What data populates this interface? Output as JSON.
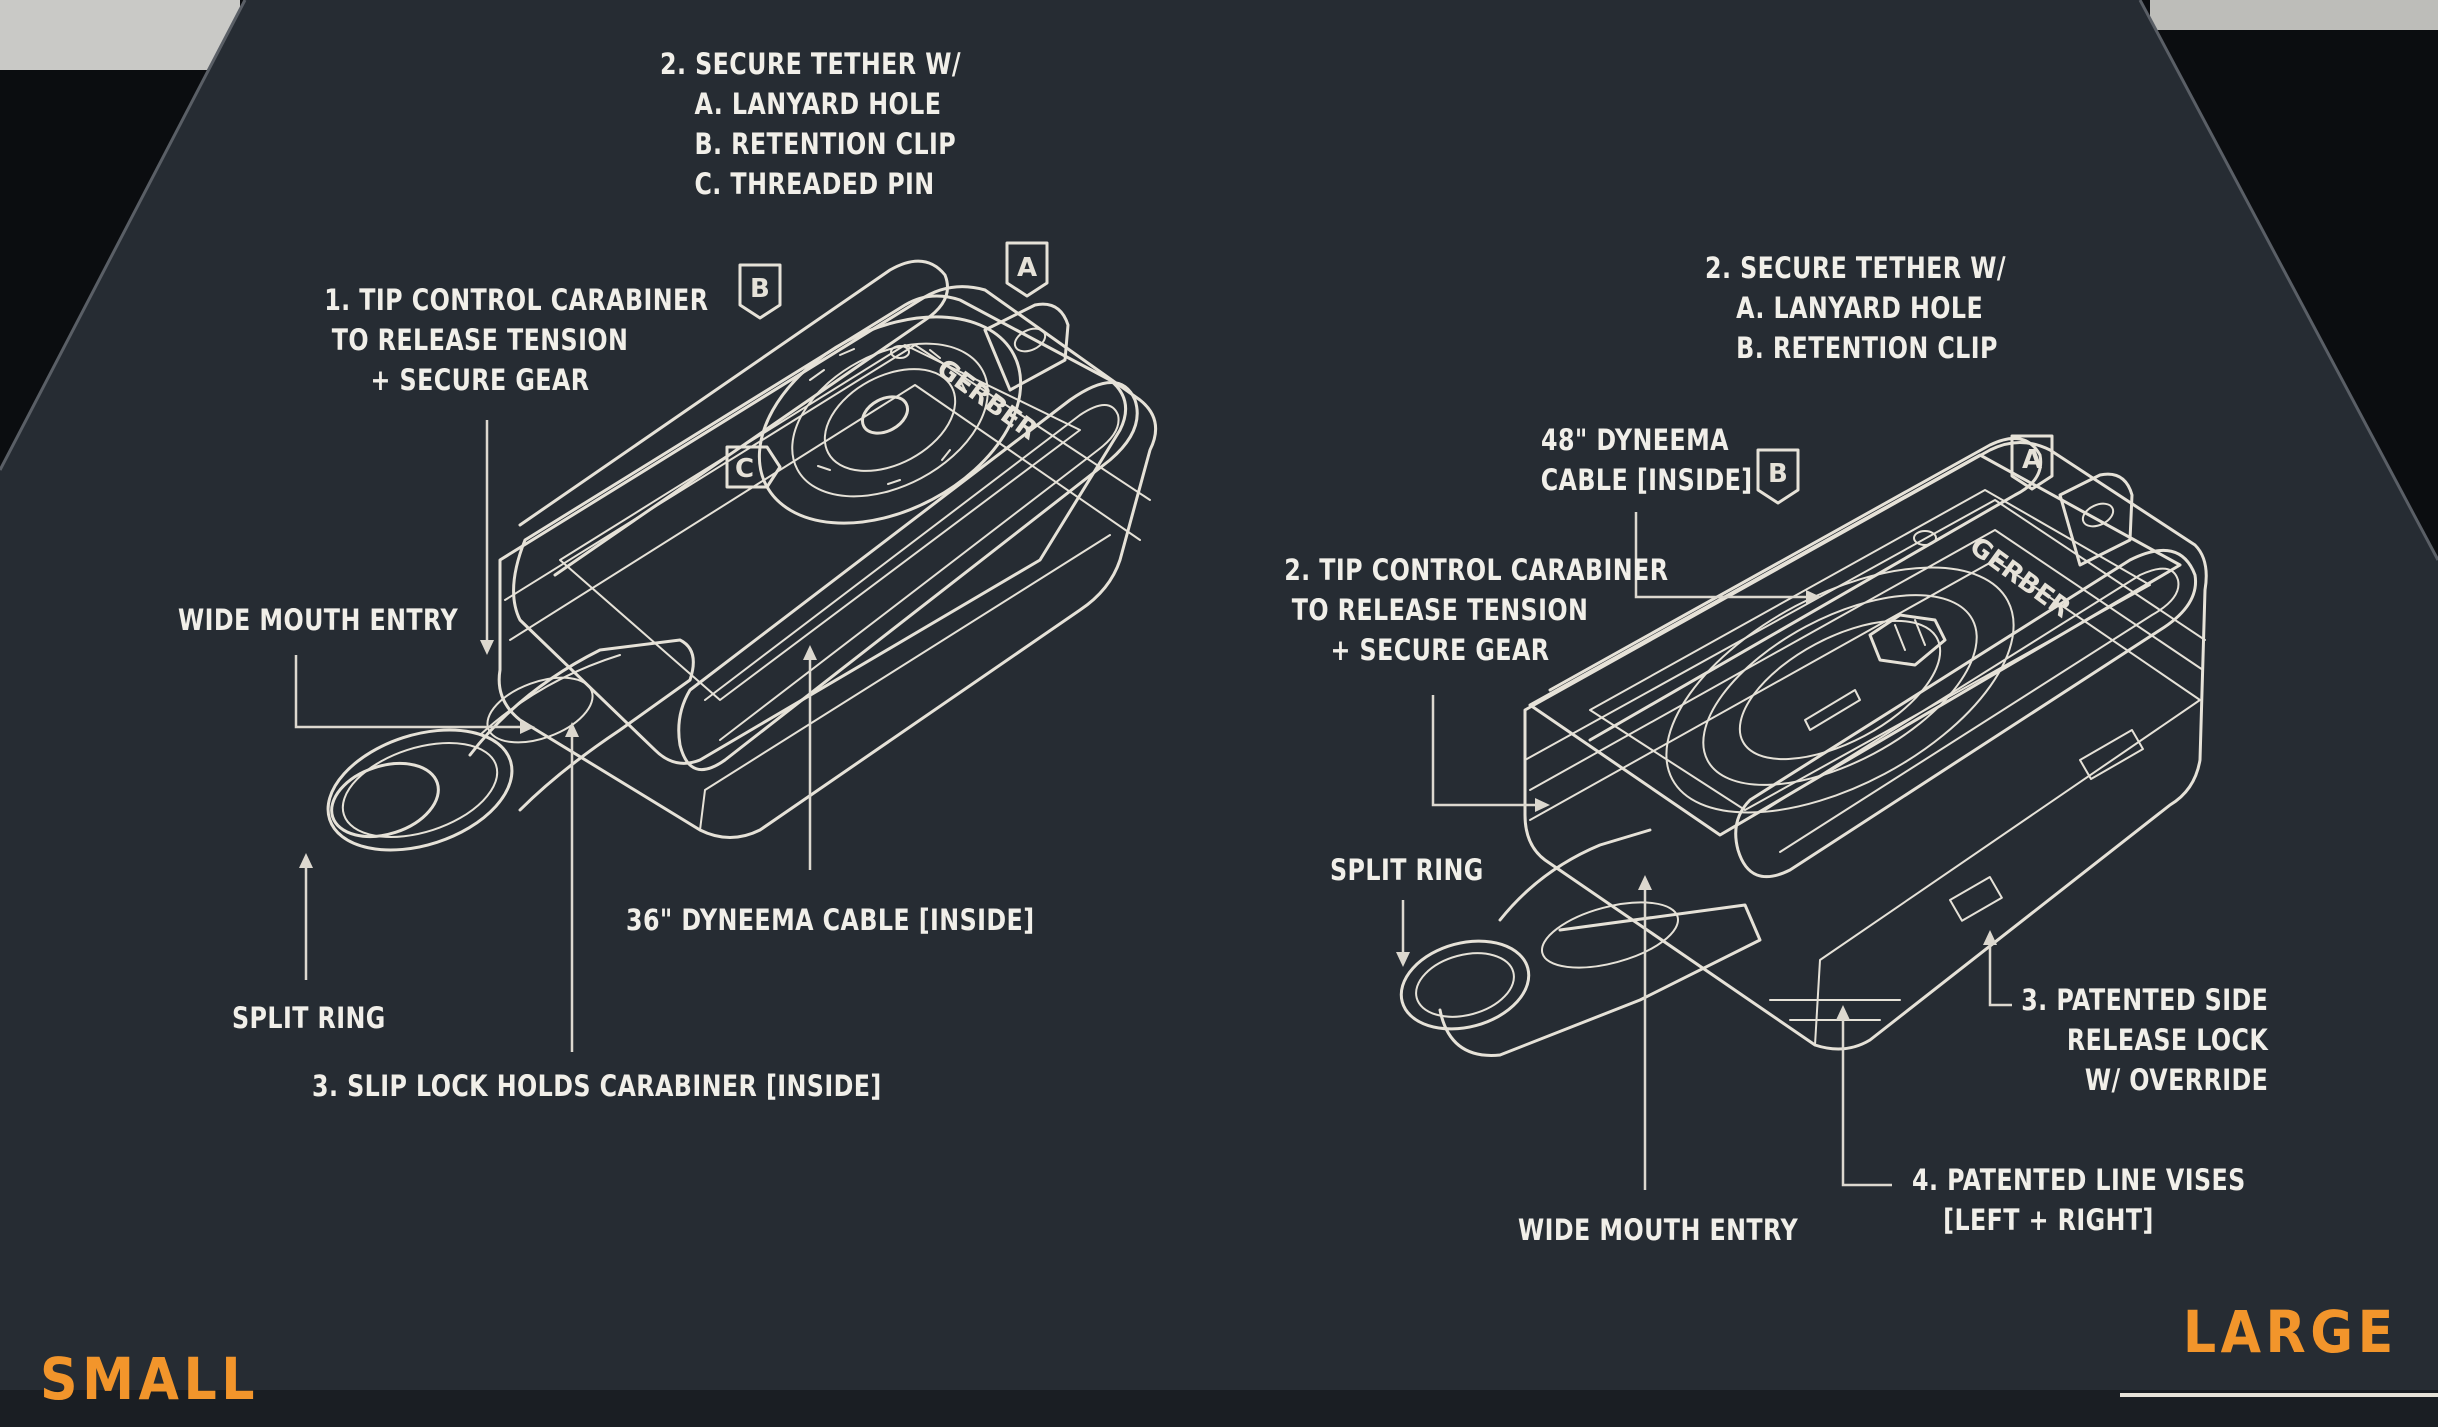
{
  "colors": {
    "panel": "#262c33",
    "background": "#0d0f12",
    "line_art": "#e6e2d8",
    "label_text": "#f1efe9",
    "size_accent": "#f2952b"
  },
  "small": {
    "size_label": "SMALL",
    "tether": {
      "line1": "2. SECURE TETHER W/",
      "line2": "A. LANYARD HOLE",
      "line3": "B. RETENTION CLIP",
      "line4": "C. THREADED PIN"
    },
    "tip_control": {
      "line1": "1. TIP CONTROL CARABINER",
      "line2": "TO RELEASE TENSION",
      "line3": "+ SECURE GEAR"
    },
    "wide_mouth": "WIDE MOUTH ENTRY",
    "split_ring": "SPLIT RING",
    "cable": "36\" DYNEEMA CABLE [INSIDE]",
    "slip_lock": "3. SLIP LOCK HOLDS CARABINER [INSIDE]",
    "badges": {
      "a": "A",
      "b": "B",
      "c": "C"
    },
    "brand_mark": "GERBER"
  },
  "large": {
    "size_label": "LARGE",
    "tether": {
      "line1": "2. SECURE TETHER W/",
      "line2": "A. LANYARD HOLE",
      "line3": "B. RETENTION CLIP"
    },
    "cable": {
      "line1": "48\" DYNEEMA",
      "line2": "CABLE [INSIDE]"
    },
    "tip_control": {
      "line1": "2. TIP CONTROL CARABINER",
      "line2": "TO RELEASE TENSION",
      "line3": "+ SECURE GEAR"
    },
    "split_ring": "SPLIT RING",
    "side_release": {
      "line1": "3. PATENTED SIDE",
      "line2": "RELEASE LOCK",
      "line3": "W/ OVERRIDE"
    },
    "line_vises": {
      "line1": "4. PATENTED LINE VISES",
      "line2": "[LEFT + RIGHT]"
    },
    "wide_mouth": "WIDE MOUTH ENTRY",
    "badges": {
      "a": "A",
      "b": "B"
    },
    "brand_mark": "GERBER"
  }
}
